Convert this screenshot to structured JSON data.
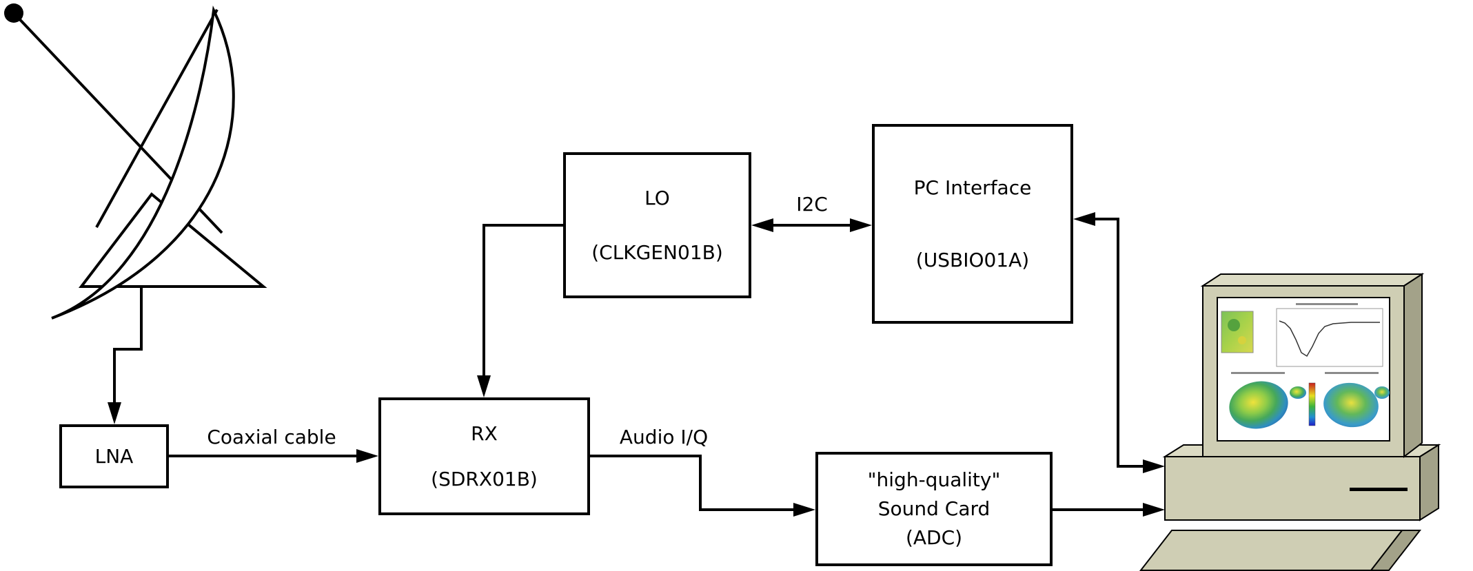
{
  "blocks": {
    "lna": {
      "label": "LNA"
    },
    "rx": {
      "title": "RX",
      "subtitle": "(SDRX01B)"
    },
    "lo": {
      "title": "LO",
      "subtitle": "(CLKGEN01B)"
    },
    "pc_interface": {
      "title": "PC Interface",
      "subtitle": "(USBIO01A)"
    },
    "sound_card": {
      "line1": "\"high-quality\"",
      "line2": "Sound Card",
      "line3": "(ADC)"
    }
  },
  "connection_labels": {
    "coaxial_cable": "Coaxial cable",
    "i2c": "I2C",
    "audio_iq": "Audio I/Q"
  },
  "colors": {
    "line": "#000000",
    "box_background": "#ffffff",
    "computer_body": "#cfceb4",
    "computer_side": "#a3a289",
    "computer_top": "#dcdbc4"
  }
}
